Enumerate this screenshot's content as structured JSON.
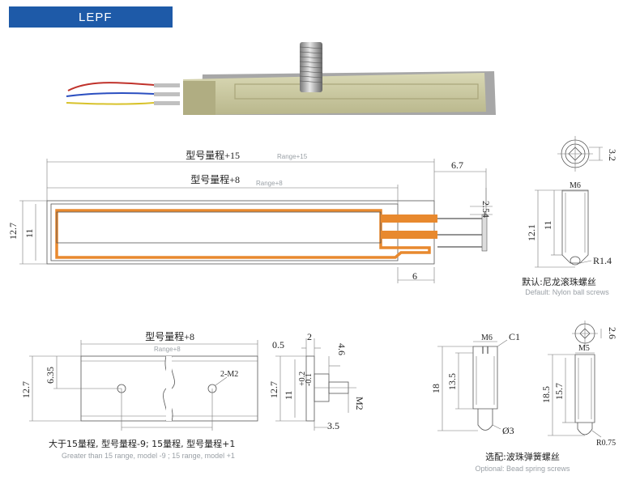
{
  "header": {
    "title": "LEPF"
  },
  "top_view": {
    "range15": "型号量程+15",
    "range15_sub": "Range+15",
    "range8": "型号量程+8",
    "range8_sub": "Range+8",
    "dim_6_7": "6.7",
    "dim_2_54": "2.54",
    "dim_12_7": "12.7",
    "dim_11": "11",
    "dim_6": "6"
  },
  "nylon_screw": {
    "dim_3_2": "3.2",
    "dim_M6": "M6",
    "dim_12_1": "12.1",
    "dim_11": "11",
    "dim_R1_4": "R1.4",
    "caption": "默认:尼龙滚珠螺丝",
    "caption_sub": "Default: Nylon ball screws"
  },
  "bottom_view": {
    "range8": "型号量程+8",
    "range8_sub": "Range+8",
    "dim_12_7": "12.7",
    "dim_6_35": "6.35",
    "dim_2M2": "2-M2",
    "note": "大于15量程, 型号量程-9; 15量程, 型号量程+1",
    "note_sub": "Greater than 15 range, model -9 ; 15 range, model +1"
  },
  "side_view": {
    "dim_0_5": "0.5",
    "dim_2": "2",
    "dim_4_6": "4.6",
    "dim_12_7": "12.7",
    "dim_11": "11",
    "dim_plus": "+0.2",
    "dim_minus": "-0.1",
    "dim_M2": "M2",
    "dim_3_5": "3.5"
  },
  "spring_screw": {
    "dim_M6": "M6",
    "dim_C1": "C1",
    "dim_18": "18",
    "dim_13_5": "13.5",
    "dim_phi3": "Ø3",
    "dim_2_6": "2.6",
    "dim_M5": "M5",
    "dim_18_5": "18.5",
    "dim_15_7": "15.7",
    "dim_R0_75": "R0.75",
    "caption": "选配:波珠弹簧螺丝",
    "caption_sub": "Optional: Bead spring screws"
  },
  "colors": {
    "accent": "#1e5aa8",
    "trace": "#e8892e",
    "board": "#c9c7a0"
  }
}
